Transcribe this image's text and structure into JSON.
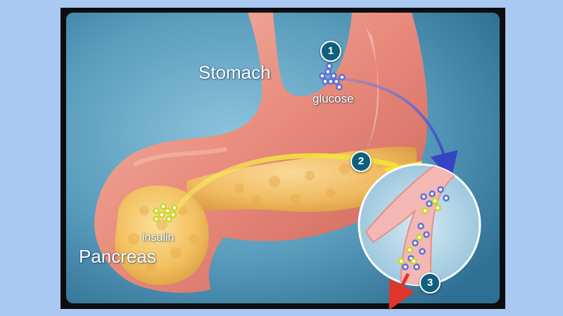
{
  "labels": {
    "stomach": "Stomach",
    "pancreas": "Pancreas",
    "glucose": "glucose",
    "insulin": "insulin"
  },
  "steps": [
    "1",
    "2",
    "3"
  ],
  "colors": {
    "page_background": "#a9c8f2",
    "frame": "#0d0d0f",
    "backdrop": "#4f93b4",
    "stomach": "#e88f80",
    "pancreas": "#f0c060",
    "glucose_marker": "#5a6fd6",
    "insulin_marker": "#d9e635",
    "step_badge": "#0f5f7d",
    "glucose_arrow": "#4a5fd0",
    "insulin_arrow": "#f2e23a",
    "outflow_arrow": "#e0352b"
  }
}
